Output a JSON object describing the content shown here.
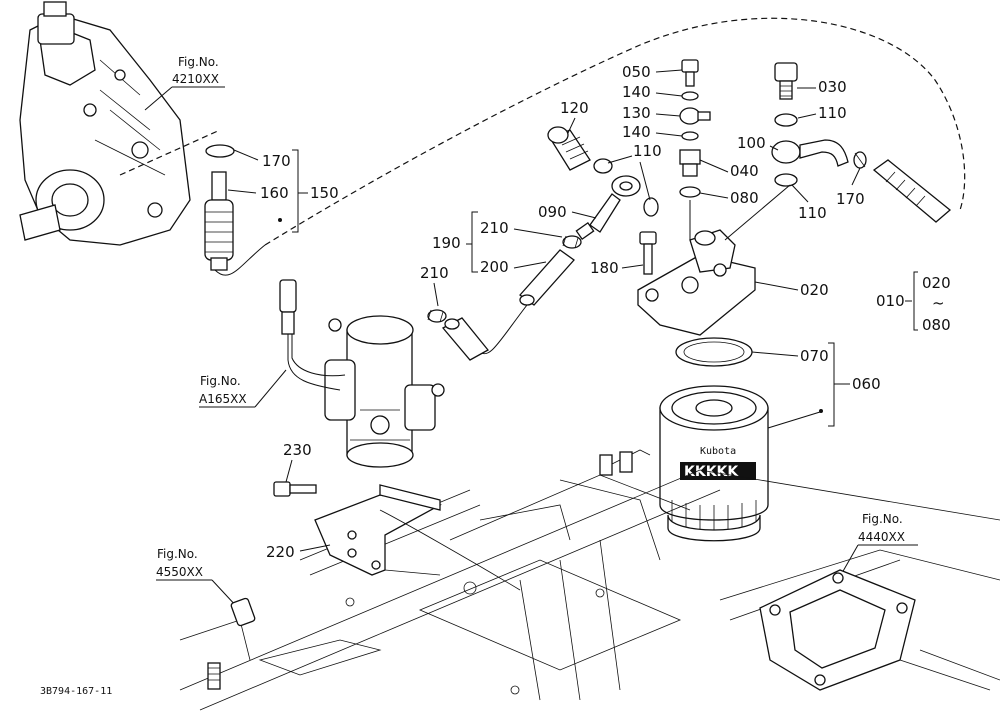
{
  "refs": {
    "r4210": {
      "fig": "Fig.No.",
      "num": "4210XX"
    },
    "rA165": {
      "fig": "Fig.No.",
      "num": "A165XX"
    },
    "r4550": {
      "fig": "Fig.No.",
      "num": "4550XX"
    },
    "r4440": {
      "fig": "Fig.No.",
      "num": "4440XX"
    }
  },
  "labels": {
    "p050": "050",
    "p140a": "140",
    "p130": "130",
    "p140b": "140",
    "p040": "040",
    "p080": "080",
    "p030": "030",
    "p110a": "110",
    "p100": "100",
    "p110b": "110",
    "p170b": "170",
    "p120": "120",
    "p110c": "110",
    "p090": "090",
    "p020": "020",
    "p170a": "170",
    "p160": "160",
    "p150": "150",
    "p190": "190",
    "p210a": "210",
    "p200": "200",
    "p180": "180",
    "p210b": "210",
    "p070": "070",
    "p060": "060",
    "p230": "230",
    "p220": "220",
    "p010": "010",
    "p020r": "020",
    "tilde": "~",
    "p080r": "080"
  },
  "brand": "Kubota",
  "filter_mark": "KKKKK",
  "drawing_code": "3B794-167-11"
}
